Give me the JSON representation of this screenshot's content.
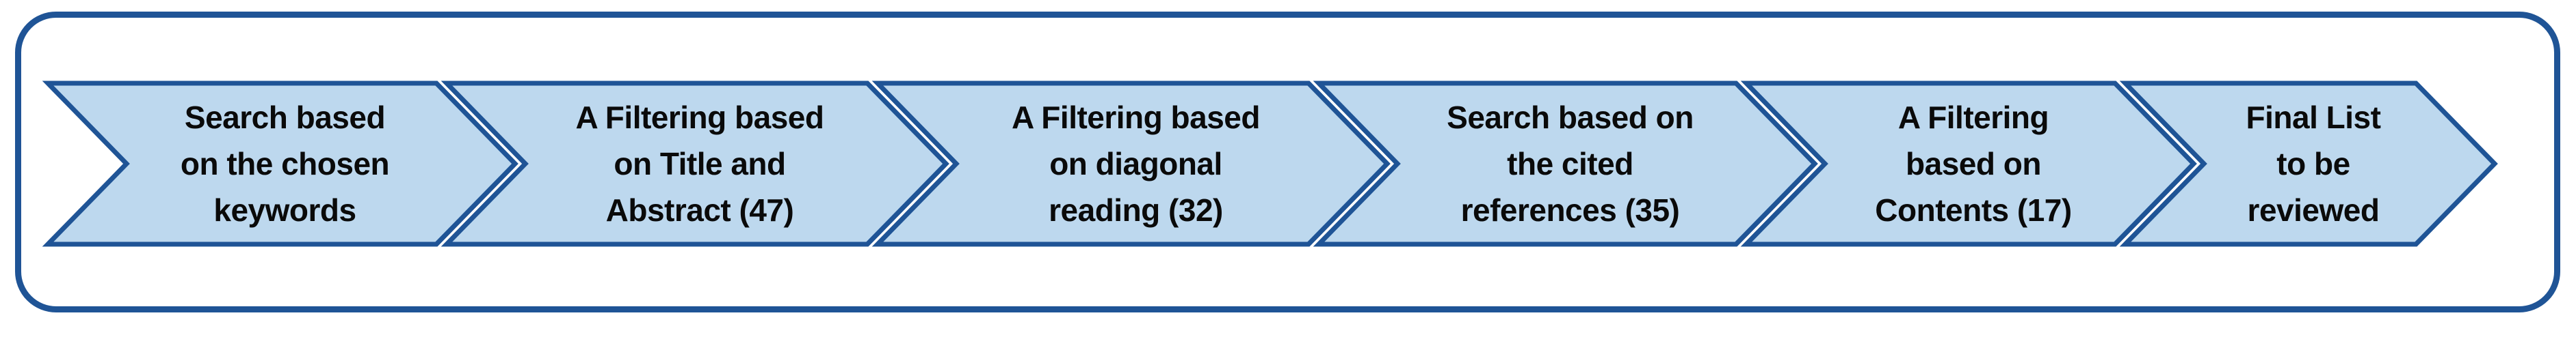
{
  "colors": {
    "chevron_fill": "#BDD8EE",
    "chevron_border": "#1F5496",
    "container_border": "#1F5496",
    "text": "#0A0A0A",
    "background": "#FFFFFF"
  },
  "flow": {
    "type": "chevron-process",
    "direction": "left-to-right",
    "steps": [
      {
        "label": "Search based\non the chosen\nkeywords"
      },
      {
        "label": "A Filtering based\non Title and\nAbstract (47)",
        "count": 47
      },
      {
        "label": "A Filtering based\non diagonal\nreading (32)",
        "count": 32
      },
      {
        "label": "Search based on\nthe cited\nreferences (35)",
        "count": 35
      },
      {
        "label": "A Filtering\nbased on\nContents (17)",
        "count": 17
      },
      {
        "label": "Final List\nto be\nreviewed"
      }
    ]
  }
}
